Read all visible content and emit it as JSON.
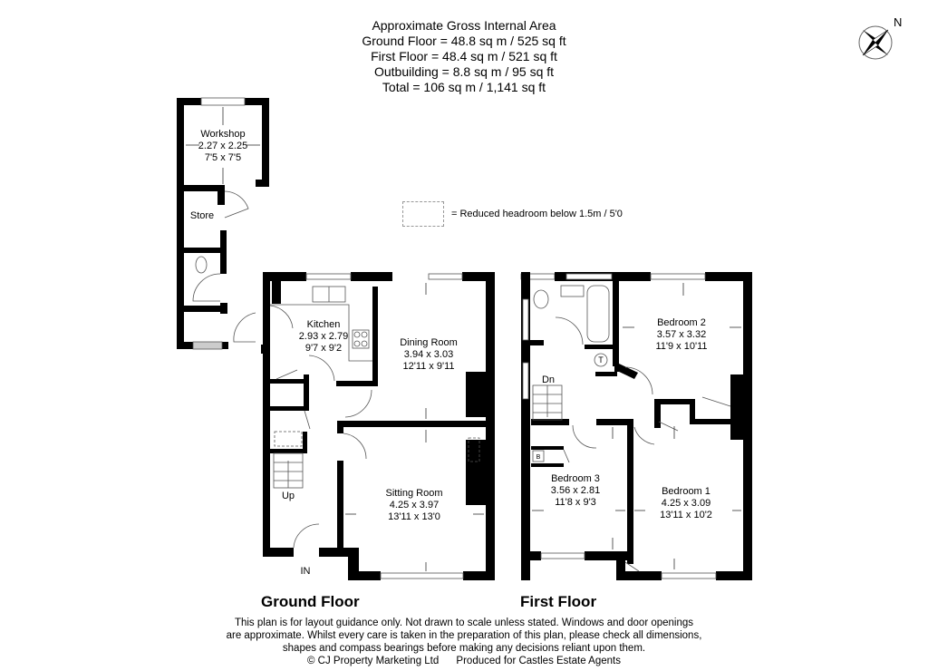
{
  "header": {
    "title": "Approximate Gross Internal Area",
    "lines": [
      "Ground Floor = 48.8 sq m / 525 sq ft",
      "First Floor = 48.4 sq m / 521 sq ft",
      "Outbuilding = 8.8 sq m / 95 sq ft",
      "Total = 106 sq m / 1,141 sq ft"
    ]
  },
  "compass": {
    "label": "N"
  },
  "legend": {
    "text": "= Reduced headroom below 1.5m / 5'0"
  },
  "outbuilding": {
    "rooms": [
      {
        "name": "Workshop",
        "metric": "2.27 x 2.25",
        "imperial": "7'5 x 7'5"
      },
      {
        "name": "Store"
      }
    ]
  },
  "ground_floor": {
    "title": "Ground Floor",
    "rooms": [
      {
        "name": "Kitchen",
        "metric": "2.93 x 2.79",
        "imperial": "9'7 x 9'2"
      },
      {
        "name": "Dining Room",
        "metric": "3.94 x 3.03",
        "imperial": "12'11 x 9'11"
      },
      {
        "name": "Sitting Room",
        "metric": "4.25 x 3.97",
        "imperial": "13'11 x 13'0"
      }
    ],
    "stairs_label": "Up",
    "entrance_label": "IN"
  },
  "first_floor": {
    "title": "First Floor",
    "rooms": [
      {
        "name": "Bedroom 2",
        "metric": "3.57 x 3.32",
        "imperial": "11'9 x 10'11"
      },
      {
        "name": "Bedroom 3",
        "metric": "3.56 x 2.81",
        "imperial": "11'8 x 9'3"
      },
      {
        "name": "Bedroom 1",
        "metric": "4.25 x 3.09",
        "imperial": "13'11 x 10'2"
      }
    ],
    "stairs_label": "Dn",
    "tank_label": "T",
    "boiler_label": "B"
  },
  "footer": {
    "lines": [
      "This plan is for layout guidance only. Not drawn to scale unless stated. Windows and door openings",
      "are approximate. Whilst every care is taken in the preparation of this plan, please check all dimensions,",
      "shapes and compass bearings before making any decisions reliant upon them.",
      "© CJ Property Marketing Ltd      Produced for Castles Estate Agents"
    ]
  }
}
